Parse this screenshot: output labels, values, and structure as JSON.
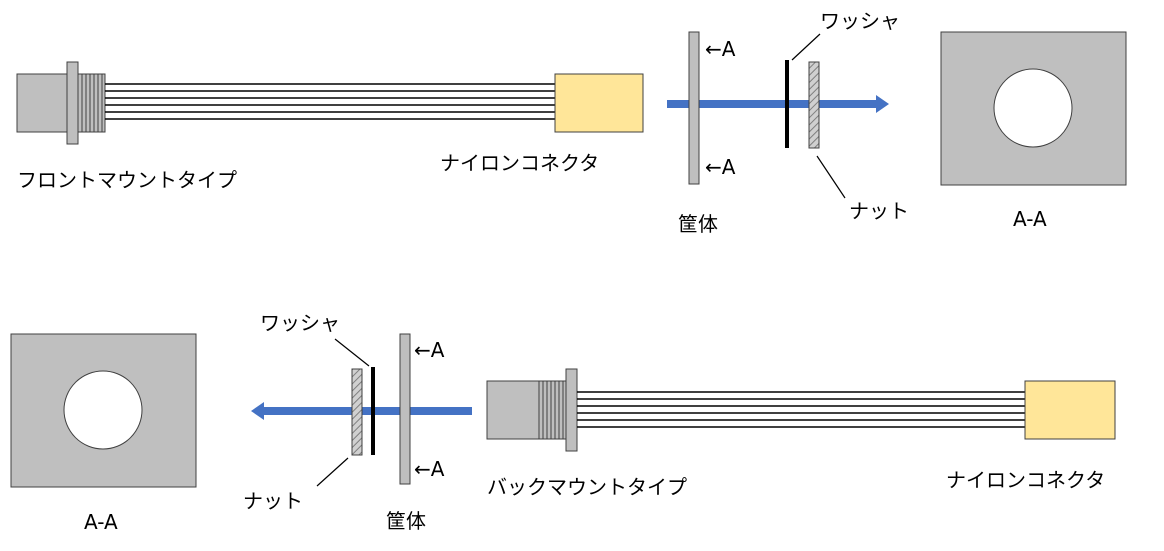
{
  "colors": {
    "connector_body": "#bfbfbf",
    "connector_stroke": "#404040",
    "nylon_connector": "#ffe699",
    "wire": "#000000",
    "arrow": "#4472c4",
    "panel": "#bfbfbf",
    "washer": "#000000",
    "nut_hatch": "#7f7f7f"
  },
  "labels": {
    "top": {
      "front_mount_type": "フロントマウントタイプ",
      "nylon_connector": "ナイロンコネクタ",
      "section_mark_upper": "←A",
      "section_mark_lower": "←A",
      "washer": "ワッシャ",
      "nut": "ナット",
      "housing": "筐体",
      "section_view": "A-A"
    },
    "bottom": {
      "back_mount_type": "バックマウントタイプ",
      "nylon_connector": "ナイロンコネクタ",
      "section_mark_upper": "←A",
      "section_mark_lower": "←A",
      "washer": "ワッシャ",
      "nut": "ナット",
      "housing": "筐体",
      "section_view": "A-A"
    }
  }
}
